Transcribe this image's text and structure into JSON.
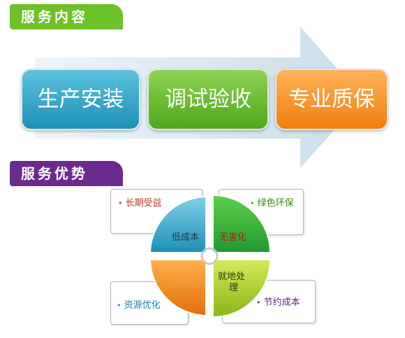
{
  "section1": {
    "title": "服务内容"
  },
  "steps": [
    {
      "label": "生产安装"
    },
    {
      "label": "调试验收"
    },
    {
      "label": "专业质保"
    }
  ],
  "section2": {
    "title": "服务优势"
  },
  "cards": {
    "top_left": {
      "bullet": "•",
      "text": "长期受益"
    },
    "top_right": {
      "bullet": "•",
      "text": "绿色环保"
    },
    "bottom_left": {
      "bullet": "•",
      "text": "资源优化"
    },
    "bottom_right": {
      "bullet": "•",
      "text": "节约成本"
    }
  },
  "quadrants": {
    "top_left": "低成本",
    "top_right": "无害化",
    "bottom_left": "减量化",
    "bottom_right_line1": "就地处",
    "bottom_right_line2": "理"
  },
  "colors": {
    "green": "#6cc226",
    "purple": "#6b2a90",
    "blue": "#1d8fb6",
    "orange": "#f07f10",
    "arrow": "#d6e6f0"
  }
}
